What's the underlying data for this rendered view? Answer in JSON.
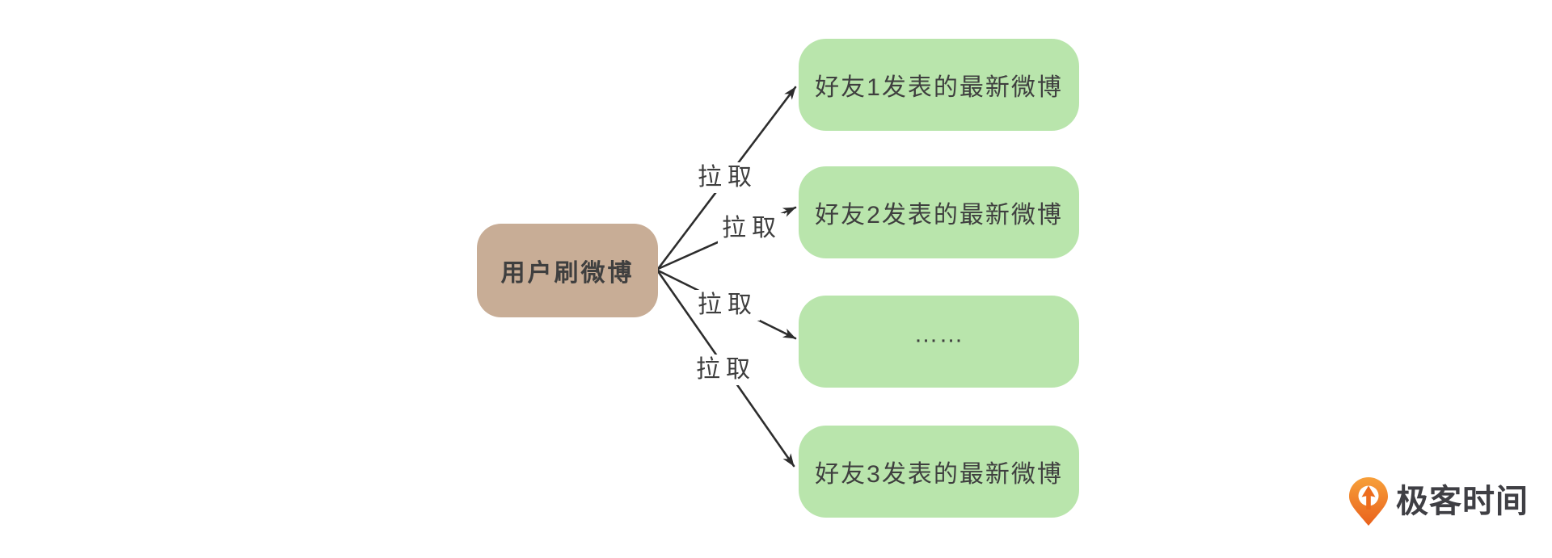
{
  "diagram": {
    "source": {
      "label": "用户刷微博"
    },
    "edges": [
      {
        "label": "拉取"
      },
      {
        "label": "拉取"
      },
      {
        "label": "拉取"
      },
      {
        "label": "拉取"
      }
    ],
    "targets": [
      {
        "label": "好友1发表的最新微博"
      },
      {
        "label": "好友2发表的最新微博"
      },
      {
        "label": "……"
      },
      {
        "label": "好友3发表的最新微博"
      }
    ]
  },
  "branding": {
    "logo_text": "极客时间",
    "logo_icon": "geektime-pin-icon"
  },
  "colors": {
    "background": "#ffffff",
    "source_node_fill": "#c8ad96",
    "target_node_fill": "#b9e5ac",
    "node_text": "#3f3f3f",
    "arrow": "#2d2d2d",
    "logo_orange_top": "#f7a03a",
    "logo_orange_bottom": "#e9611c",
    "logo_text_color": "#3f3f44"
  }
}
